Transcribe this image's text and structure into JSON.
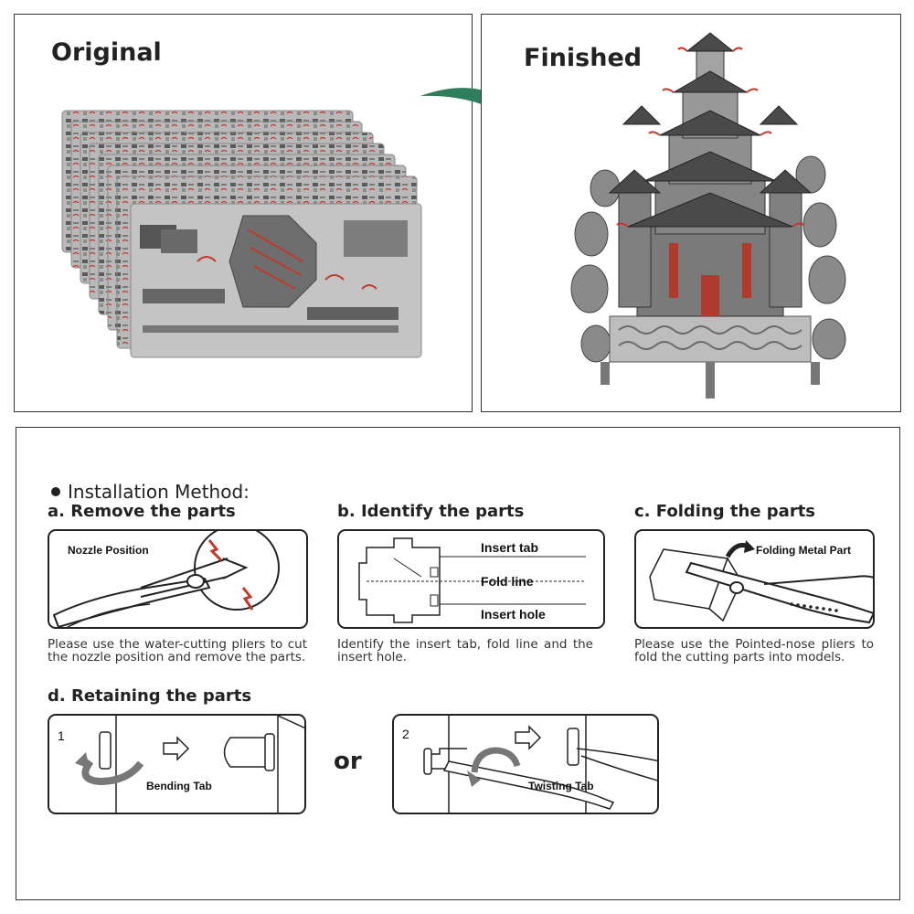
{
  "top": {
    "original_title": "Original",
    "finished_title": "Finished"
  },
  "install": {
    "heading": "Installation Method:",
    "step_a": {
      "title": "a. Remove the parts",
      "label": "Nozzle Position",
      "desc": "Please use the water-cutting pliers to cut the nozzle position and remove the parts."
    },
    "step_b": {
      "title": "b. Identify the parts",
      "label_tab": "Insert tab",
      "label_fold": "Fold line",
      "label_hole": "Insert hole",
      "desc": "Identify the insert tab, fold line and the insert hole."
    },
    "step_c": {
      "title": "c. Folding the parts",
      "label": "Folding Metal Part",
      "desc": "Please use the Pointed-nose pliers to fold the cutting parts into models."
    },
    "step_d": {
      "title": "d. Retaining the parts",
      "num1": "1",
      "label1": "Bending Tab",
      "or": "or",
      "num2": "2",
      "label2": "Twisting Tab"
    }
  },
  "colors": {
    "arrow_green": "#2e7d5b",
    "accent_red": "#c0392b",
    "metal_grey": "#a9a9a9"
  }
}
